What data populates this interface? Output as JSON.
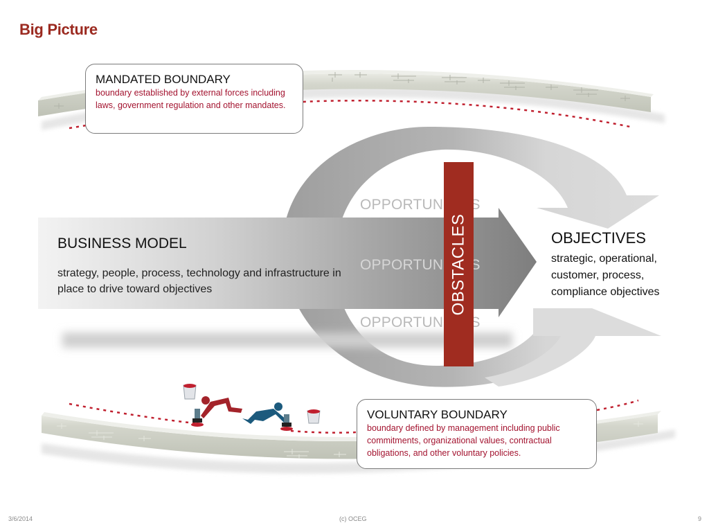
{
  "slide": {
    "title": "Big Picture",
    "colors": {
      "title": "#9b2a20",
      "obstacles": "#a02c20",
      "callout_text": "#a3132f",
      "boundary_line": "#c0202f",
      "figure_red": "#a3232a",
      "figure_blue": "#1c5a7d"
    }
  },
  "mandated_boundary": {
    "heading": "MANDATED BOUNDARY",
    "description": "boundary established by external forces including laws, government regulation and other mandates."
  },
  "business_model": {
    "heading": "BUSINESS MODEL",
    "description": "strategy, people, process, technology and infrastructure in place to drive toward objectives"
  },
  "opportunities": [
    {
      "label": "OPPORTUNITIES"
    },
    {
      "label": "OPPORTUNITIES"
    },
    {
      "label": "OPPORTUNITIES"
    }
  ],
  "obstacles": {
    "label": "OBSTACLES"
  },
  "objectives": {
    "heading": "OBJECTIVES",
    "description": "strategic, operational, customer, process, compliance objectives"
  },
  "voluntary_boundary": {
    "heading": "VOLUNTARY BOUNDARY",
    "description": "boundary defined by management including public commitments, organizational values, contractual obligations, and other voluntary policies."
  },
  "icons": {
    "wall_top": "brick-wall-icon",
    "wall_bottom": "brick-wall-icon",
    "painter_red": "person-painting-icon",
    "painter_blue": "person-painting-icon",
    "paint_bucket": "paint-bucket-icon",
    "cycle_arrow": "circular-arrow-icon",
    "main_arrow": "right-arrow-icon"
  },
  "footer": {
    "date": "3/6/2014",
    "copyright": "(c) OCEG",
    "page_number": "9"
  }
}
